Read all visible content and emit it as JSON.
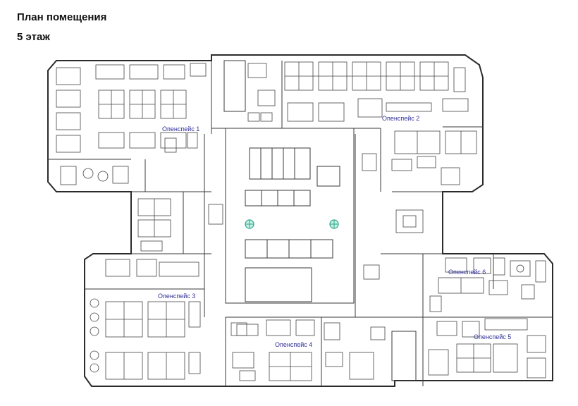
{
  "header": {
    "title": "План помещения",
    "floor": "5 этаж"
  },
  "zones": [
    {
      "id": "openspace-1",
      "label": "Опенспейс 1"
    },
    {
      "id": "openspace-2",
      "label": "Опенспейс 2"
    },
    {
      "id": "openspace-3",
      "label": "Опенспейс 3"
    },
    {
      "id": "openspace-4",
      "label": "Опенспейс 4"
    },
    {
      "id": "openspace-5",
      "label": "Опенспейс 5"
    },
    {
      "id": "openspace-6",
      "label": "Опенспейс 6"
    }
  ],
  "colors": {
    "walls": "#2b2b2b",
    "furniture": "#444444",
    "label": "#2f2f9a",
    "elevator_marker": "#2aa58a"
  }
}
